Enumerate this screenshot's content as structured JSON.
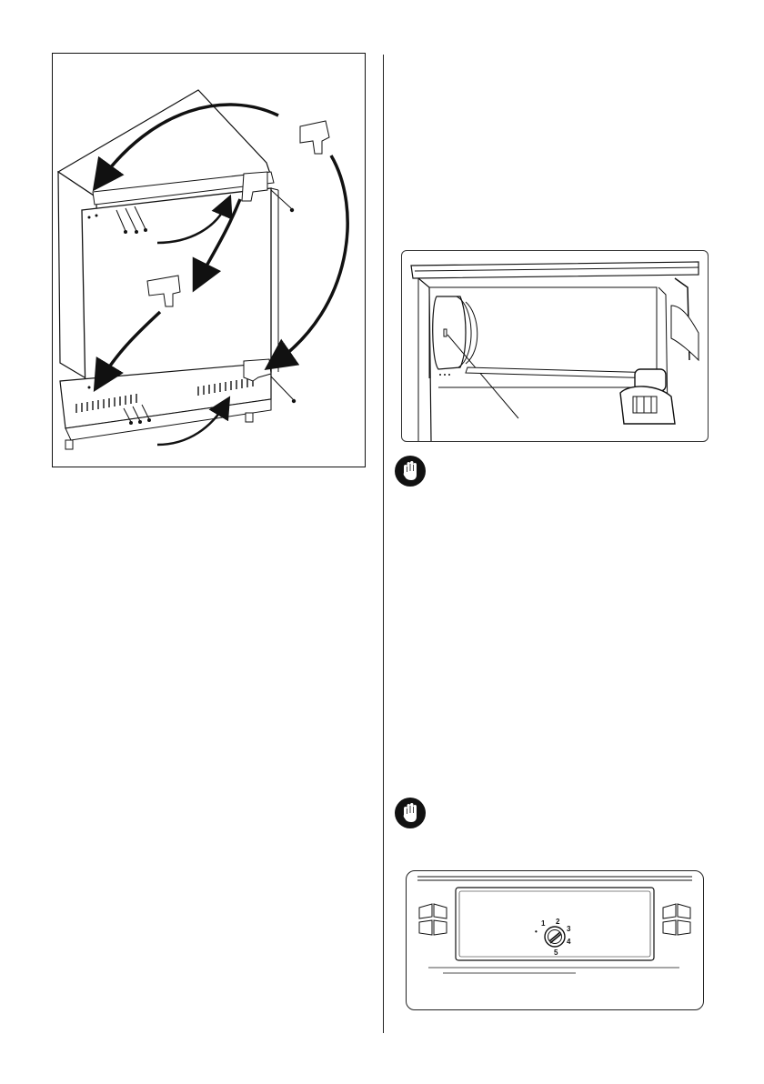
{
  "page": {
    "figures": {
      "hinge": {
        "name": "door-hinge-reversal-illustration"
      },
      "interior": {
        "name": "fridge-interior-lamp-illustration"
      },
      "control": {
        "name": "thermostat-control-panel-illustration"
      }
    },
    "warnings": [
      {
        "icon": "stop-hand-icon"
      },
      {
        "icon": "stop-hand-icon"
      }
    ],
    "thermostat": {
      "dial_numbers": [
        "1",
        "2",
        "3",
        "4",
        "5"
      ],
      "min_mark": "•"
    }
  }
}
